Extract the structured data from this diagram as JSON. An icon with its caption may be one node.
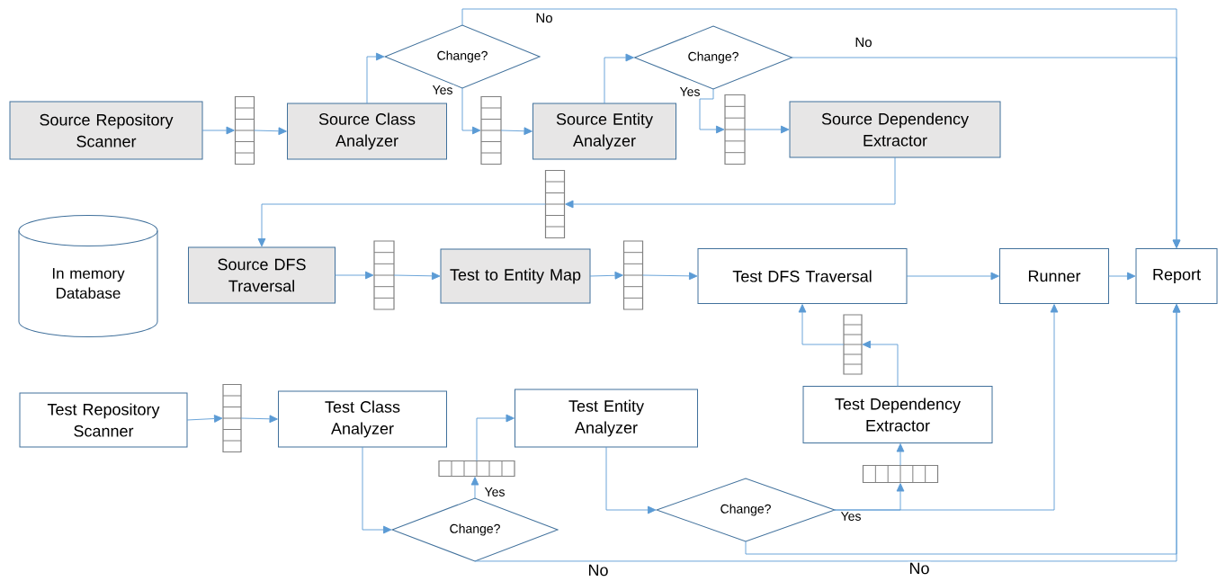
{
  "diagram": {
    "nodes": [
      {
        "text": [
          "Source Repository Scanner"
        ]
      },
      {
        "text": [],
        "shape": "bar"
      },
      {
        "text": [
          "Source Class Analyzer"
        ]
      },
      {
        "text": [
          "Change?"
        ]
      },
      {
        "text": [],
        "shape": "bar"
      },
      {
        "text": [
          "Source Entity Analyzer"
        ]
      },
      {
        "text": [
          "Change?"
        ]
      },
      {
        "text": [],
        "shape": "bar"
      },
      {
        "text": [
          "Source Dependency Extractor"
        ]
      },
      {
        "text": [],
        "shape": "bar"
      },
      {
        "text": [
          "In memory Database"
        ]
      },
      {
        "text": [
          "Source DFS Traversal"
        ]
      },
      {
        "text": [],
        "shape": "bar"
      },
      {
        "text": [
          "Test to Entity Map"
        ]
      },
      {
        "text": [],
        "shape": "bar"
      },
      {
        "text": [
          "Test DFS Traversal"
        ]
      },
      {
        "text": [
          "Runner"
        ]
      },
      {
        "text": [
          "Report"
        ]
      },
      {
        "text": [],
        "shape": "bar"
      },
      {
        "text": [
          "Test Repository Scanner"
        ]
      },
      {
        "text": [],
        "shape": "bar"
      },
      {
        "text": [
          "Test Class Analyzer"
        ]
      },
      {
        "text": [
          "Test Entity Analyzer"
        ]
      },
      {
        "text": [
          "Test Dependency Extractor"
        ]
      },
      {
        "text": [],
        "shape": "bar"
      },
      {
        "text": [],
        "shape": "bar"
      },
      {
        "text": [
          "Change?"
        ]
      },
      {
        "text": [
          "Change?"
        ]
      }
    ],
    "edges": [
      {
        "from": 0,
        "to": 1,
        "arrow": "to"
      },
      {
        "from": 1,
        "to": 2,
        "arrow": "to"
      },
      {
        "from": 2,
        "to": 3,
        "arrow": "to"
      },
      {
        "from": 3,
        "to": 4,
        "arrow": "to",
        "label": "Yes"
      },
      {
        "from": 3,
        "to": 17,
        "arrow": "to",
        "label": "No"
      },
      {
        "from": 4,
        "to": 5,
        "arrow": "to"
      },
      {
        "from": 5,
        "to": 6,
        "arrow": "to"
      },
      {
        "from": 6,
        "to": 7,
        "arrow": "to",
        "label": "Yes"
      },
      {
        "from": 6,
        "to": 17,
        "arrow": "to",
        "label": "No"
      },
      {
        "from": 7,
        "to": 8,
        "arrow": "to"
      },
      {
        "from": 8,
        "to": 9,
        "arrow": "to"
      },
      {
        "from": 9,
        "to": 11,
        "arrow": "to"
      },
      {
        "from": 11,
        "to": 12,
        "arrow": "to"
      },
      {
        "from": 12,
        "to": 13,
        "arrow": "to"
      },
      {
        "from": 13,
        "to": 14,
        "arrow": "to"
      },
      {
        "from": 14,
        "to": 15,
        "arrow": "to"
      },
      {
        "from": 15,
        "to": 16,
        "arrow": "to"
      },
      {
        "from": 16,
        "to": 17,
        "arrow": "to"
      },
      {
        "from": 19,
        "to": 20,
        "arrow": "to"
      },
      {
        "from": 20,
        "to": 21,
        "arrow": "to"
      },
      {
        "from": 21,
        "to": 26,
        "arrow": "to"
      },
      {
        "from": 26,
        "to": 24,
        "arrow": "to",
        "label": "Yes"
      },
      {
        "from": 24,
        "to": 22,
        "arrow": "to"
      },
      {
        "from": 26,
        "to": 17,
        "arrow": "to",
        "label": "No"
      },
      {
        "from": 22,
        "to": 27,
        "arrow": "to"
      },
      {
        "from": 27,
        "to": 25,
        "arrow": "to",
        "label": "Yes"
      },
      {
        "from": 27,
        "to": 16,
        "arrow": "to"
      },
      {
        "from": 27,
        "to": 17,
        "arrow": "to",
        "label": "No"
      },
      {
        "from": 25,
        "to": 23,
        "arrow": "to"
      },
      {
        "from": 23,
        "to": 18,
        "arrow": "to"
      },
      {
        "from": 18,
        "to": 15,
        "arrow": "to"
      }
    ]
  }
}
